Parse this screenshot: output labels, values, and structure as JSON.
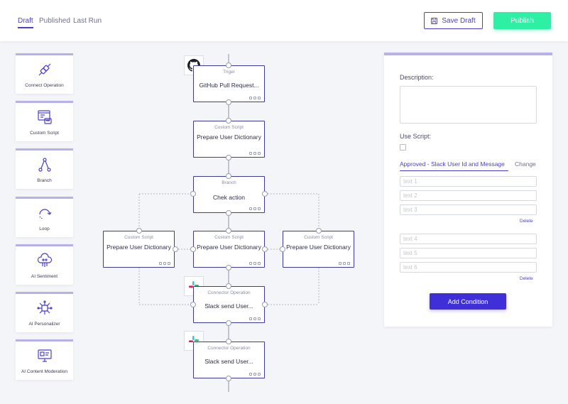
{
  "tabs": [
    {
      "label": "Draft",
      "active": true
    },
    {
      "label": "Published",
      "active": false
    },
    {
      "label": "Last Run",
      "active": false
    }
  ],
  "toolbar": {
    "save_label": "Save Draft",
    "publish_label": "Publish"
  },
  "palette": [
    {
      "label": "Connect Operation",
      "icon": "connect-icon"
    },
    {
      "label": "Custom Script",
      "icon": "script-icon"
    },
    {
      "label": "Branch",
      "icon": "branch-icon"
    },
    {
      "label": "Loop",
      "icon": "loop-icon"
    },
    {
      "label": "AI Sentiment",
      "icon": "ai-sentiment-icon"
    },
    {
      "label": "AI Personalizer",
      "icon": "ai-personalizer-icon"
    },
    {
      "label": "AI Content Moderation",
      "icon": "ai-content-moderation-icon"
    }
  ],
  "nodes": {
    "trigger": {
      "type": "Triger",
      "title": "GitHub Pull Request..."
    },
    "script1": {
      "type": "Custom Script",
      "title": "Prepare User Dictionary"
    },
    "branch": {
      "type": "Branch",
      "title": "Chek action"
    },
    "script_left": {
      "type": "Custom Script",
      "title": "Prepare User Dictionary"
    },
    "script_mid": {
      "type": "Custom Script",
      "title": "Prepare User Dictionary"
    },
    "script_right": {
      "type": "Custom Script",
      "title": "Prepare User Dictionary"
    },
    "slack1": {
      "type": "Connector Operation",
      "title": "Slack send User..."
    },
    "slack2": {
      "type": "Connector Operation",
      "title": "Slack send User..."
    }
  },
  "panel": {
    "description_label": "Description:",
    "use_script_label": "Use Script:",
    "use_script_checked": false,
    "condition_tab": "Approved - Slack User Id and Message",
    "change_label": "Change",
    "group1": [
      "text 1",
      "text 2",
      "text 3"
    ],
    "group2": [
      "text 4",
      "text 5",
      "text 6"
    ],
    "delete_label": "Delete",
    "add_condition_label": "Add Condition"
  },
  "colors": {
    "accent": "#4a3fc9",
    "publish": "#2ef0a5",
    "add_condition": "#3f2fd8"
  }
}
